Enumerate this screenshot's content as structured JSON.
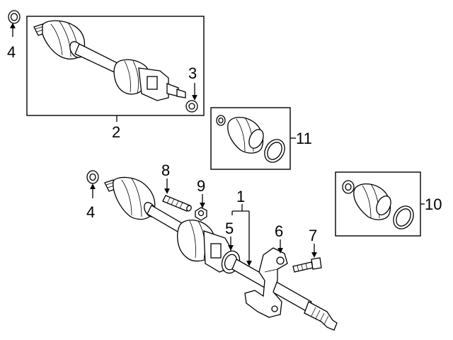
{
  "callouts": {
    "c4_top": "4",
    "c3": "3",
    "c2": "2",
    "c11": "11",
    "c8": "8",
    "c9": "9",
    "c1": "1",
    "c4_mid": "4",
    "c5": "5",
    "c6": "6",
    "c7": "7",
    "c10": "10"
  }
}
